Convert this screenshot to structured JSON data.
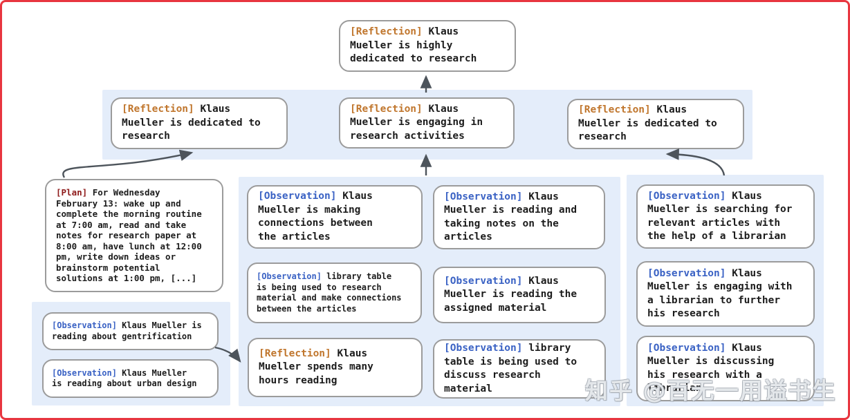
{
  "colors": {
    "tag_reflection": "#c0762d",
    "tag_plan": "#8e1a1a",
    "tag_observation": "#3a62c4",
    "band_bg": "#e4edfa",
    "box_border": "#9b9b9b",
    "box_bg": "#ffffff",
    "text": "#1c1c1c",
    "arrow": "#4d545b",
    "frame": "#e8353f",
    "canvas_bg": "#ffffff"
  },
  "watermark": {
    "text": "知乎 @百无一用谥书生"
  },
  "nodes": {
    "root": {
      "tag": "[Reflection]",
      "text": "Klaus\nMueller is highly\ndedicated to research"
    },
    "level2": [
      {
        "tag": "[Reflection]",
        "text": "Klaus\nMueller is dedicated to\nresearch"
      },
      {
        "tag": "[Reflection]",
        "text": "Klaus\nMueller is engaging in\nresearch activities"
      },
      {
        "tag": "[Reflection]",
        "text": "Klaus\nMueller is dedicated to\nresearch"
      }
    ],
    "plan": {
      "tag": "[Plan]",
      "text": "For Wednesday\nFebruary 13: wake up and\ncomplete the morning routine\nat 7:00 am, read and take\nnotes for research paper at\n8:00 am, have lunch at 12:00\npm, write down ideas or\nbrainstorm potential\nsolutions at 1:00 pm, [...]"
    },
    "left_observations": [
      {
        "tag": "[Observation]",
        "text": "Klaus Mueller is\nreading about gentrification"
      },
      {
        "tag": "[Observation]",
        "text": "Klaus Mueller\nis reading about urban design"
      }
    ],
    "middle_col_a": [
      {
        "tag": "[Observation]",
        "text": "Klaus\nMueller is making\nconnections between\nthe articles"
      },
      {
        "tag": "[Observation]",
        "text": "library table\nis being used to research\nmaterial and make connections\nbetween the articles"
      },
      {
        "tag": "[Reflection]",
        "text": "Klaus\nMueller spends many\nhours reading"
      }
    ],
    "middle_col_b": [
      {
        "tag": "[Observation]",
        "text": "Klaus\nMueller is reading and\ntaking notes on the\narticles"
      },
      {
        "tag": "[Observation]",
        "text": "Klaus\nMueller is reading the\nassigned material"
      },
      {
        "tag": "[Observation]",
        "text": "library\ntable is being used to\ndiscuss research material"
      }
    ],
    "right_col": [
      {
        "tag": "[Observation]",
        "text": "Klaus\nMueller is searching for\nrelevant articles with\nthe help of a librarian"
      },
      {
        "tag": "[Observation]",
        "text": "Klaus\nMueller is engaging with\na librarian to further\nhis research"
      },
      {
        "tag": "[Observation]",
        "text": "Klaus\nMueller is discussing\nhis research with a\nlibrarian"
      }
    ]
  }
}
